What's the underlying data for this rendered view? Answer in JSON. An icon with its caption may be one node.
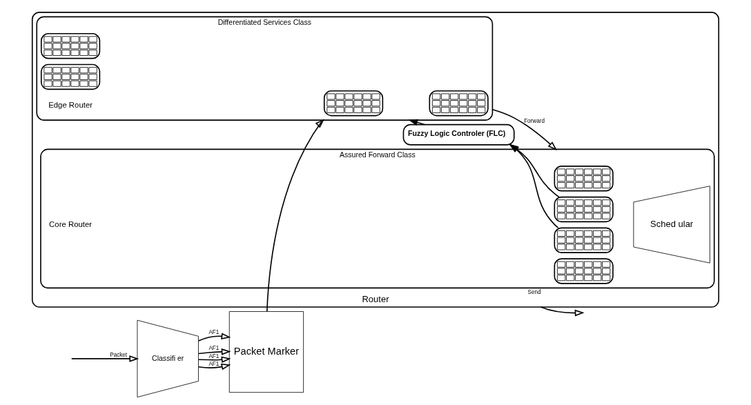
{
  "diagram": {
    "nodes": [
      {
        "text": [
          "Classifi er"
        ]
      },
      {
        "text": [
          "Packet Marker"
        ]
      },
      {
        "text": [
          "Router"
        ]
      },
      {
        "text": [
          "Differentiated Services Class"
        ],
        "beside": [
          "Edge Router"
        ],
        "in": 2
      },
      {
        "text": [],
        "shape": "box",
        "in": 3
      },
      {
        "text": [],
        "shape": "box",
        "in": 3
      },
      {
        "text": [],
        "shape": "box",
        "in": 3
      },
      {
        "text": [],
        "shape": "box",
        "in": 3
      },
      {
        "text": [
          "Fuzzy Logic Controler (FLC)"
        ],
        "in": 2
      },
      {
        "text": [
          "Assured Forward Class"
        ],
        "beside": [
          "Core Router"
        ],
        "in": 2
      },
      {
        "text": [],
        "shape": "box",
        "in": 9
      },
      {
        "text": [],
        "shape": "box",
        "in": 9
      },
      {
        "text": [],
        "shape": "box",
        "in": 9
      },
      {
        "text": [],
        "shape": "box",
        "in": 9
      },
      {
        "text": [
          "Sched ular"
        ],
        "in": 9
      }
    ],
    "edges": [
      {
        "from": null,
        "to": 0,
        "arrow": "to",
        "label": "Packet"
      },
      {
        "from": 0,
        "to": 1,
        "arrow": "to",
        "label": "AF1"
      },
      {
        "from": 0,
        "to": 1,
        "arrow": "to",
        "label": "AF1"
      },
      {
        "from": 0,
        "to": 1,
        "arrow": "to",
        "label": "AF1"
      },
      {
        "from": 0,
        "to": 1,
        "arrow": "to",
        "label": "AF1"
      },
      {
        "from": 1,
        "to": 3,
        "arrow": "to"
      },
      {
        "from": 3,
        "to": 9,
        "arrow": "to",
        "label": "Forward"
      },
      {
        "from": 11,
        "to": 8,
        "arrow": "to"
      },
      {
        "from": 12,
        "to": 8,
        "arrow": "to"
      },
      {
        "from": 8,
        "to": 3,
        "arrow": "to"
      },
      {
        "from": 2,
        "to": null,
        "arrow": "to",
        "label": "Send"
      }
    ]
  }
}
